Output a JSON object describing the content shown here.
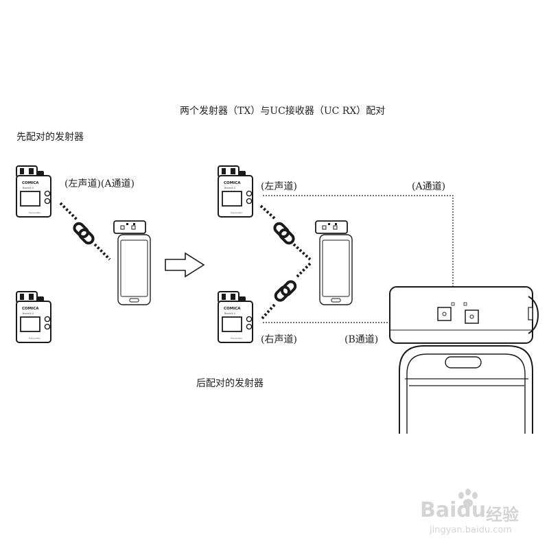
{
  "title": "两个发射器（TX）与UC接收器（UC RX）配对",
  "labels": {
    "first_paired": "先配对的发射器",
    "later_paired": "后配对的发射器",
    "step1_channel": "(左声道)(A通道)",
    "left_channel": "(左声道)",
    "right_channel": "(右声道)",
    "a_channel": "(A通道)",
    "b_channel": "(B通道)"
  },
  "device": {
    "brand": "COMICA",
    "model": "BoomX-U",
    "footer": "Transmitter"
  },
  "receiver": {
    "brand": "COMICA"
  },
  "watermark": {
    "brand": "Baidu",
    "suffix": "经验",
    "url": "jingyan.baidu.com"
  },
  "colors": {
    "line": "#1a1a1a",
    "watermark": "#d4d4d4"
  }
}
